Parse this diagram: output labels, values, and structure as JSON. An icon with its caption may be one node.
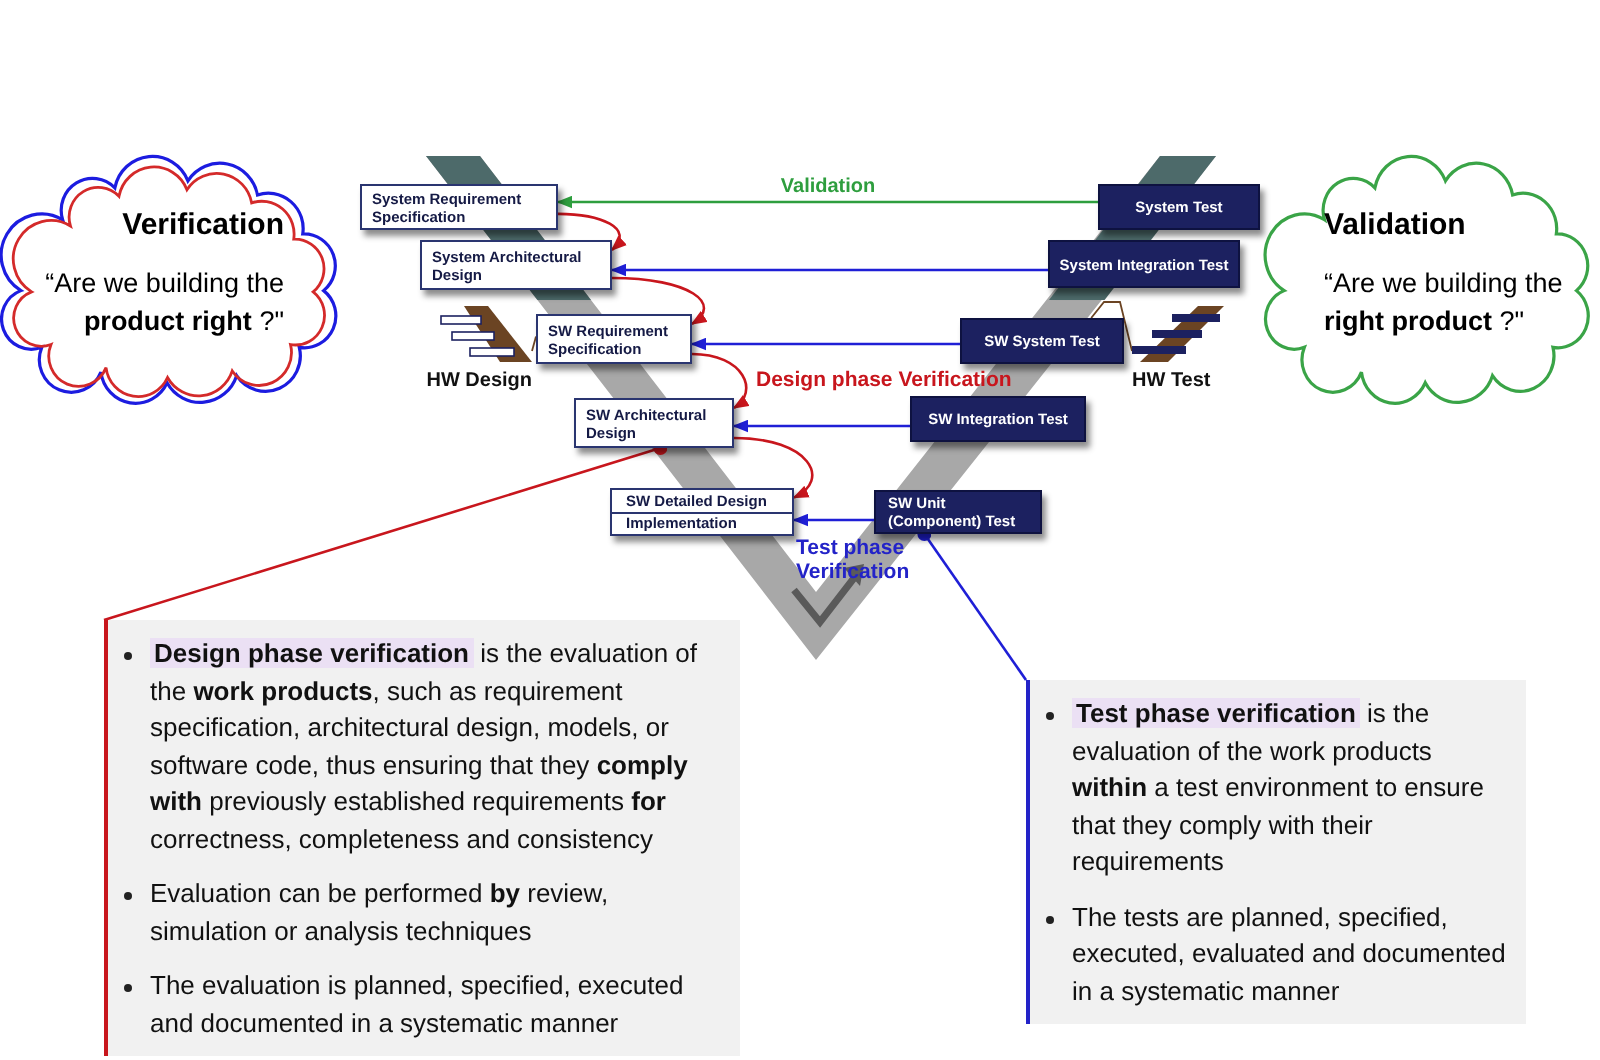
{
  "diagram": {
    "nodes": [
      {
        "text": [
          "Verification",
          "“Are we building the **product right** ?\""
        ]
      },
      {
        "text": [
          "System Requirement Specification"
        ]
      },
      {
        "text": [
          "System Architectural Design"
        ]
      },
      {
        "text": [
          "SW Requirement Specification"
        ]
      },
      {
        "text": [
          "HW Design"
        ]
      },
      {
        "text": [
          "SW Architectural Design"
        ]
      },
      {
        "text": [
          "SW Detailed Design",
          "Implementation"
        ]
      },
      {
        "text": [
          "System Test"
        ]
      },
      {
        "text": [
          "System Integration Test"
        ]
      },
      {
        "text": [
          "SW System Test"
        ]
      },
      {
        "text": [
          "HW Test"
        ]
      },
      {
        "text": [
          "SW Integration Test"
        ]
      },
      {
        "text": [
          "SW Unit (Component) Test"
        ]
      },
      {
        "text": [
          "Validation",
          "“Are we building the **right product** ?\""
        ]
      },
      {
        "text": [
          "**Design phase verification** is the evaluation of the **work products**, such as requirement specification, architectural design, models, or software code, thus ensuring that they **comply with** previously established requirements **for** correctness, completeness and consistency",
          "Evaluation can be performed **by** review, simulation or analysis techniques",
          "The evaluation is planned, specified, executed and documented in a systematic manner"
        ]
      },
      {
        "text": [
          "**Test phase verification** is the evaluation of the work products **within** a test environment to ensure that they comply with their requirements",
          "The tests are planned, specified, executed, evaluated and documented in a systematic manner"
        ]
      }
    ],
    "edges": [
      {
        "from": 7,
        "to": 1,
        "arrow": "to",
        "label": "Validation",
        "color": "#2e9e3e"
      },
      {
        "from": 8,
        "to": 2,
        "arrow": "to"
      },
      {
        "from": 9,
        "to": 3,
        "arrow": "to"
      },
      {
        "from": 11,
        "to": 5,
        "arrow": "to"
      },
      {
        "from": 12,
        "to": 6,
        "arrow": "to"
      },
      {
        "from": 1,
        "to": 2,
        "arrow": "to",
        "color": "#c8161d"
      },
      {
        "from": 2,
        "to": 3,
        "arrow": "to",
        "color": "#c8161d"
      },
      {
        "from": 3,
        "to": 5,
        "arrow": "to",
        "color": "#c8161d"
      },
      {
        "from": 5,
        "to": 6,
        "arrow": "to",
        "color": "#c8161d"
      },
      {
        "from": 3,
        "to": 4,
        "arrow": "none",
        "color": "#6b4423"
      },
      {
        "from": 9,
        "to": 10,
        "arrow": "none",
        "color": "#6b4423"
      },
      {
        "from": 14,
        "to": 5,
        "arrow": "other",
        "color": "#c8161d"
      },
      {
        "from": 15,
        "to": 12,
        "arrow": "other"
      }
    ],
    "labels": [
      "Design phase Verification",
      "Test phase Verification"
    ]
  }
}
